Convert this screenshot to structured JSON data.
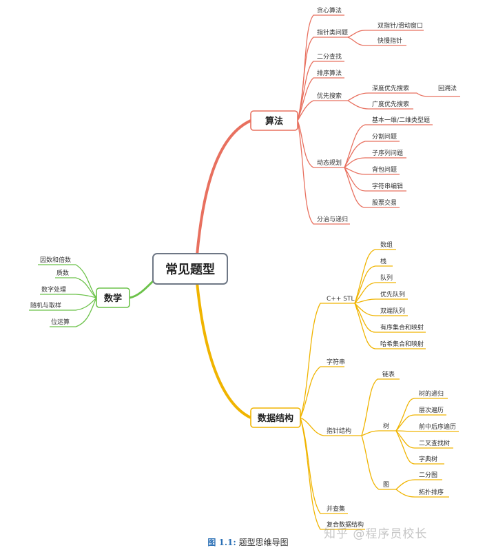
{
  "colors": {
    "algo": "#e8705f",
    "math": "#6cc24a",
    "ds": "#f0b400",
    "root_border": "#6e7785"
  },
  "root": "常见题型",
  "algo": {
    "label": "算法",
    "greedy": "贪心算法",
    "pointer": "指针类问题",
    "pointer_two": "双指针/滑动窗口",
    "pointer_fast": "快慢指针",
    "binsearch": "二分查找",
    "sort": "排序算法",
    "search": "优先搜索",
    "dfs": "深度优先搜索",
    "backtrack": "回溯法",
    "bfs": "广度优先搜索",
    "dp": "动态规划",
    "dp_basic": "基本一维/二维类型题",
    "dp_split": "分割问题",
    "dp_subseq": "子序列问题",
    "dp_knapsack": "背包问题",
    "dp_edit": "字符串编辑",
    "dp_stock": "股票交易",
    "divide": "分治与递归"
  },
  "math": {
    "label": "数学",
    "factors": "因数和倍数",
    "primes": "质数",
    "numproc": "数字处理",
    "random": "随机与取样",
    "bitops": "位运算"
  },
  "ds": {
    "label": "数据结构",
    "stl": "C++ STL",
    "stl_array": "数组",
    "stl_stack": "栈",
    "stl_queue": "队列",
    "stl_pq": "优先队列",
    "stl_deque": "双端队列",
    "stl_ordered": "有序集合和映射",
    "stl_hash": "哈希集合和映射",
    "string": "字符串",
    "ptr": "指针结构",
    "ptr_list": "链表",
    "ptr_tree": "树",
    "tree_rec": "树的递归",
    "tree_level": "层次遍历",
    "tree_order": "前中后序遍历",
    "tree_bst": "二叉查找树",
    "tree_trie": "字典树",
    "ptr_graph": "图",
    "graph_bip": "二分图",
    "graph_topo": "拓扑排序",
    "unionfind": "并查集",
    "composite": "复合数据结构"
  },
  "caption": {
    "fig": "图 1.1:",
    "title": "题型思维导图"
  },
  "watermark": "知乎 @程序员校长"
}
